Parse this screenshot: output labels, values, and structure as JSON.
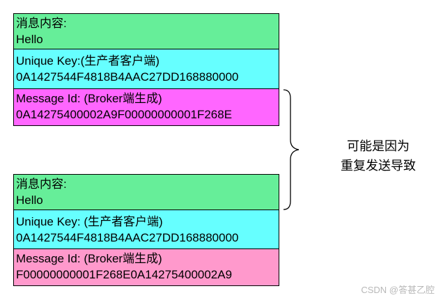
{
  "group1": {
    "content_label": "消息内容:",
    "content_value": "Hello",
    "unique_key_label": "Unique Key:(生产者客户端)",
    "unique_key_value": "0A1427544F4818B4AAC27DD168880000",
    "message_id_label": "Message Id: (Broker端生成)",
    "message_id_value": "0A14275400002A9F00000000001F268E"
  },
  "group2": {
    "content_label": "消息内容:",
    "content_value": "Hello",
    "unique_key_label": "Unique Key: (生产者客户端)",
    "unique_key_value": "0A1427544F4818B4AAC27DD168880000",
    "message_id_label": "Message Id: (Broker端生成)",
    "message_id_value": "F00000000001F268E0A14275400002A9"
  },
  "reason": {
    "line1": "可能是因为",
    "line2": "重复发送导致"
  },
  "watermark": "CSDN @答甚乙腔",
  "colors": {
    "content": "#66ee99",
    "unique_key": "#66ffff",
    "message_id_first": "#ff66ff",
    "message_id_second": "#ff99cc"
  }
}
